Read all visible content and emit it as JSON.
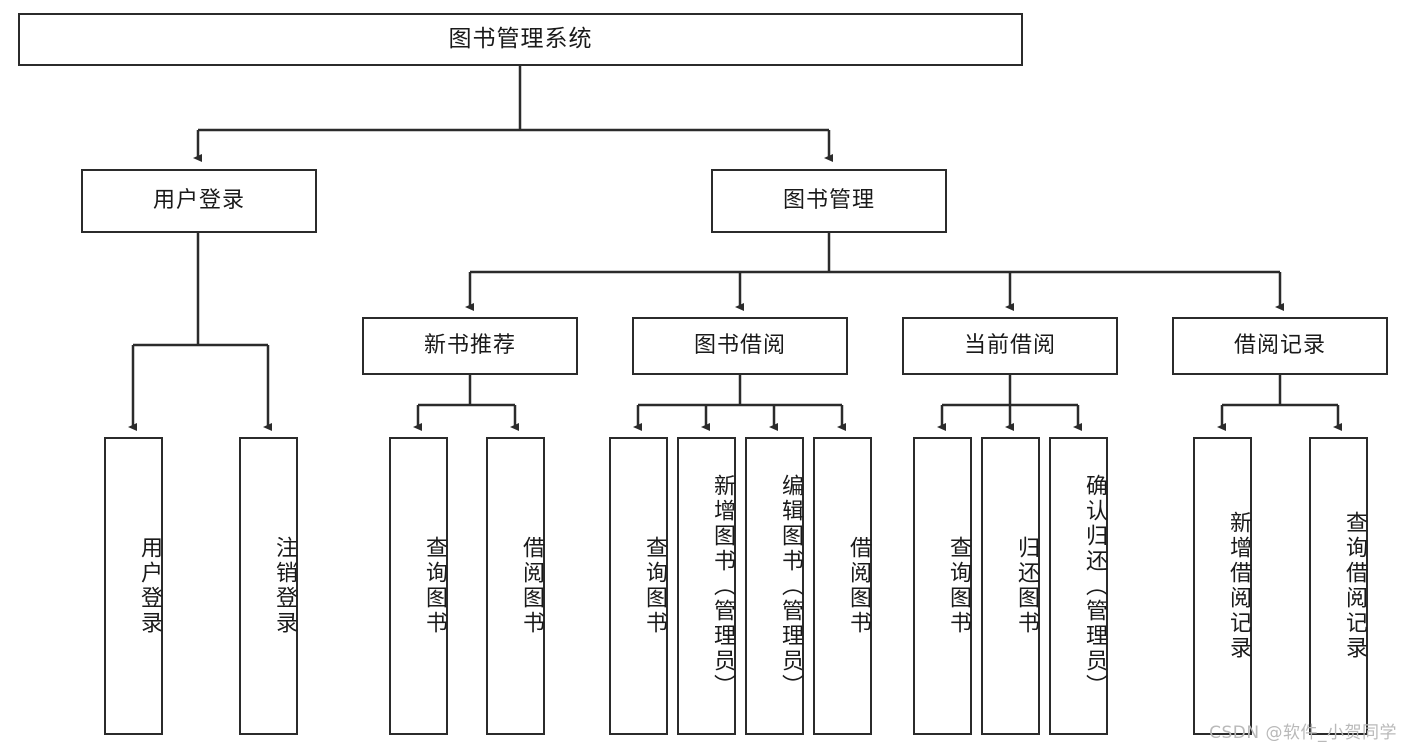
{
  "diagram": {
    "type": "tree",
    "title": "图书管理系统",
    "watermark": "CSDN @软件_小贺同学",
    "style": {
      "background": "#ffffff",
      "box_border": "#2b2b2b",
      "box_fill": "#ffffff",
      "text_color": "#1a1a1a",
      "edge_color": "#2b2b2b",
      "watermark_color": "#b9b9b9"
    },
    "nodes": {
      "root": {
        "label": "图书管理系统",
        "level": 1,
        "orientation": "horizontal"
      },
      "login": {
        "label": "用户登录",
        "level": 2,
        "orientation": "horizontal"
      },
      "book_mgmt": {
        "label": "图书管理",
        "level": 2,
        "orientation": "horizontal"
      },
      "new_books": {
        "label": "新书推荐",
        "level": 3,
        "orientation": "horizontal"
      },
      "borrow": {
        "label": "图书借阅",
        "level": 3,
        "orientation": "horizontal"
      },
      "current": {
        "label": "当前借阅",
        "level": 3,
        "orientation": "horizontal"
      },
      "records": {
        "label": "借阅记录",
        "level": 3,
        "orientation": "horizontal"
      },
      "leaf_login_1": {
        "label": "用户登录",
        "level": 4,
        "orientation": "vertical"
      },
      "leaf_login_2": {
        "label": "注销登录",
        "level": 4,
        "orientation": "vertical"
      },
      "leaf_new_1": {
        "label": "查询图书",
        "level": 4,
        "orientation": "vertical"
      },
      "leaf_new_2": {
        "label": "借阅图书",
        "level": 4,
        "orientation": "vertical"
      },
      "leaf_borrow_1": {
        "label": "查询图书",
        "level": 4,
        "orientation": "vertical"
      },
      "leaf_borrow_2": {
        "label": "新增图书（管理员）",
        "level": 4,
        "orientation": "vertical"
      },
      "leaf_borrow_3": {
        "label": "编辑图书（管理员）",
        "level": 4,
        "orientation": "vertical"
      },
      "leaf_borrow_4": {
        "label": "借阅图书",
        "level": 4,
        "orientation": "vertical"
      },
      "leaf_current_1": {
        "label": "查询图书",
        "level": 4,
        "orientation": "vertical"
      },
      "leaf_current_2": {
        "label": "归还图书",
        "level": 4,
        "orientation": "vertical"
      },
      "leaf_current_3": {
        "label": "确认归还（管理员）",
        "level": 4,
        "orientation": "vertical"
      },
      "leaf_records_1": {
        "label": "新增借阅记录",
        "level": 4,
        "orientation": "vertical"
      },
      "leaf_records_2": {
        "label": "查询借阅记录",
        "level": 4,
        "orientation": "vertical"
      }
    },
    "edges": [
      {
        "from": "root",
        "to": "login"
      },
      {
        "from": "root",
        "to": "book_mgmt"
      },
      {
        "from": "book_mgmt",
        "to": "new_books"
      },
      {
        "from": "book_mgmt",
        "to": "borrow"
      },
      {
        "from": "book_mgmt",
        "to": "current"
      },
      {
        "from": "book_mgmt",
        "to": "records"
      },
      {
        "from": "login",
        "to": "leaf_login_1"
      },
      {
        "from": "login",
        "to": "leaf_login_2"
      },
      {
        "from": "new_books",
        "to": "leaf_new_1"
      },
      {
        "from": "new_books",
        "to": "leaf_new_2"
      },
      {
        "from": "borrow",
        "to": "leaf_borrow_1"
      },
      {
        "from": "borrow",
        "to": "leaf_borrow_2"
      },
      {
        "from": "borrow",
        "to": "leaf_borrow_3"
      },
      {
        "from": "borrow",
        "to": "leaf_borrow_4"
      },
      {
        "from": "current",
        "to": "leaf_current_1"
      },
      {
        "from": "current",
        "to": "leaf_current_2"
      },
      {
        "from": "current",
        "to": "leaf_current_3"
      },
      {
        "from": "records",
        "to": "leaf_records_1"
      },
      {
        "from": "records",
        "to": "leaf_records_2"
      }
    ]
  }
}
